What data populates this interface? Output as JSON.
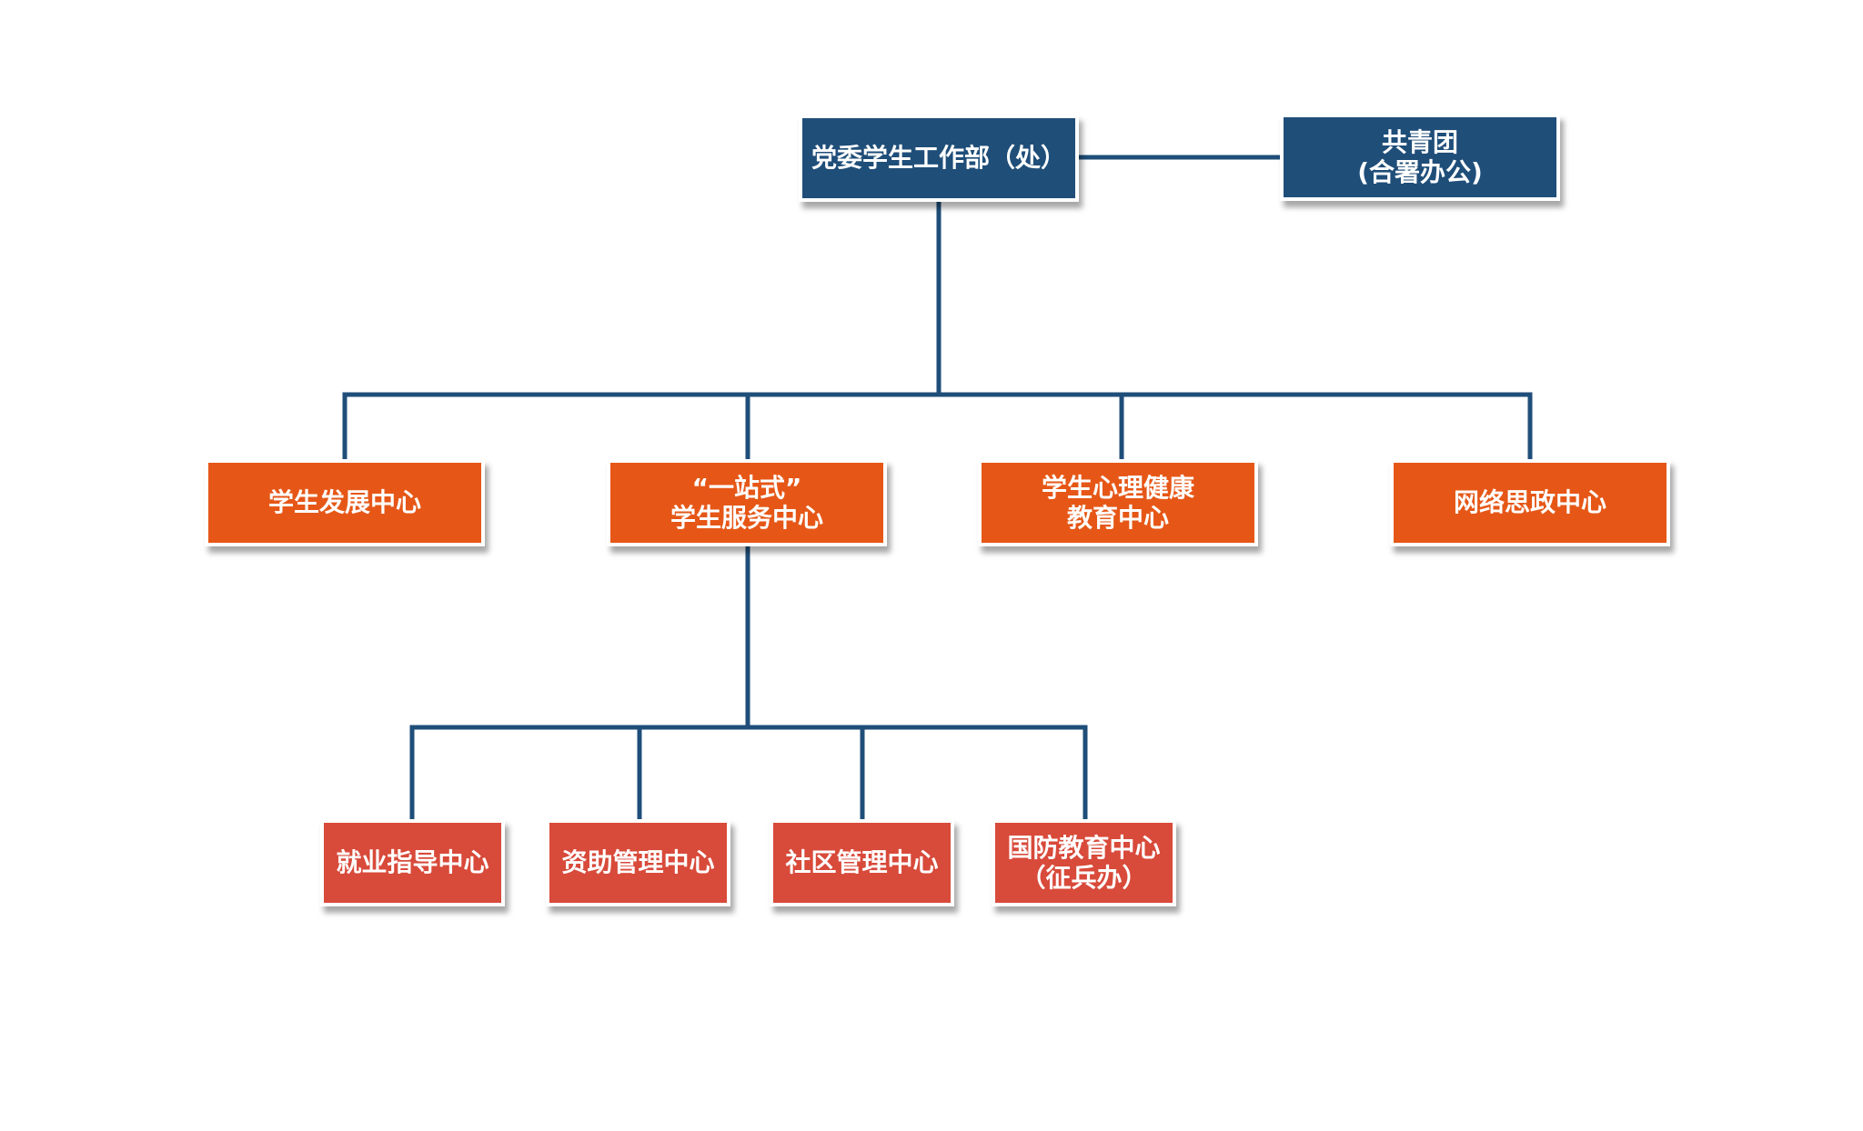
{
  "colors": {
    "navy": "#1f4e79",
    "orange": "#e65717",
    "red": "#d84a3a",
    "connector": "#1f4e79"
  },
  "org_chart": {
    "root": {
      "lines": [
        "党委学生工作部（处）"
      ]
    },
    "partner": {
      "lines": [
        "共青团",
        "(合署办公)"
      ]
    },
    "centers": [
      {
        "lines": [
          "学生发展中心"
        ]
      },
      {
        "lines": [
          "“一站式”",
          "学生服务中心"
        ]
      },
      {
        "lines": [
          "学生心理健康",
          "教育中心"
        ]
      },
      {
        "lines": [
          "网络思政中心"
        ]
      }
    ],
    "sub_centers": [
      {
        "lines": [
          "就业指导中心"
        ]
      },
      {
        "lines": [
          "资助管理中心"
        ]
      },
      {
        "lines": [
          "社区管理中心"
        ]
      },
      {
        "lines": [
          "国防教育中心",
          "（征兵办）"
        ]
      }
    ]
  }
}
